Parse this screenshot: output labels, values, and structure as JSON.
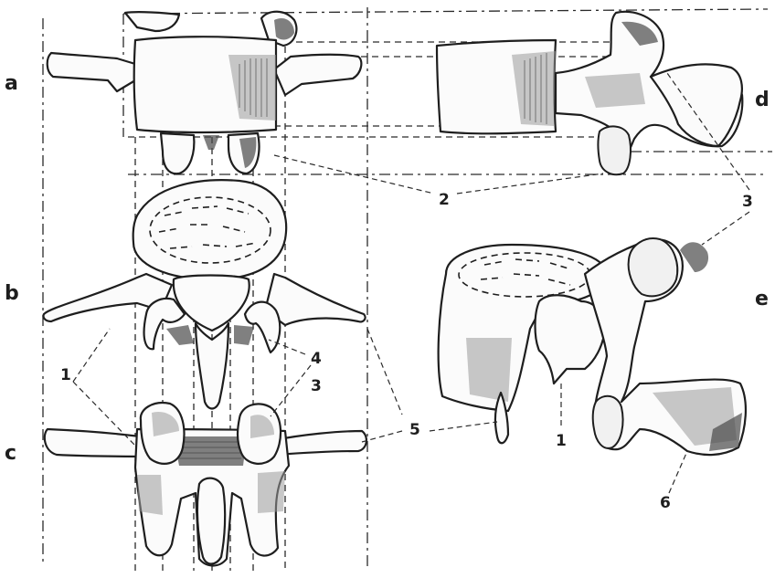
{
  "views": {
    "a": "a",
    "b": "b",
    "c": "c",
    "d": "d",
    "e": "e"
  },
  "labels": {
    "l1_b": "1",
    "l1_e": "1",
    "l2": "2",
    "l3_c": "3",
    "l3_d": "3",
    "l4": "4",
    "l5": "5",
    "l6": "6"
  }
}
